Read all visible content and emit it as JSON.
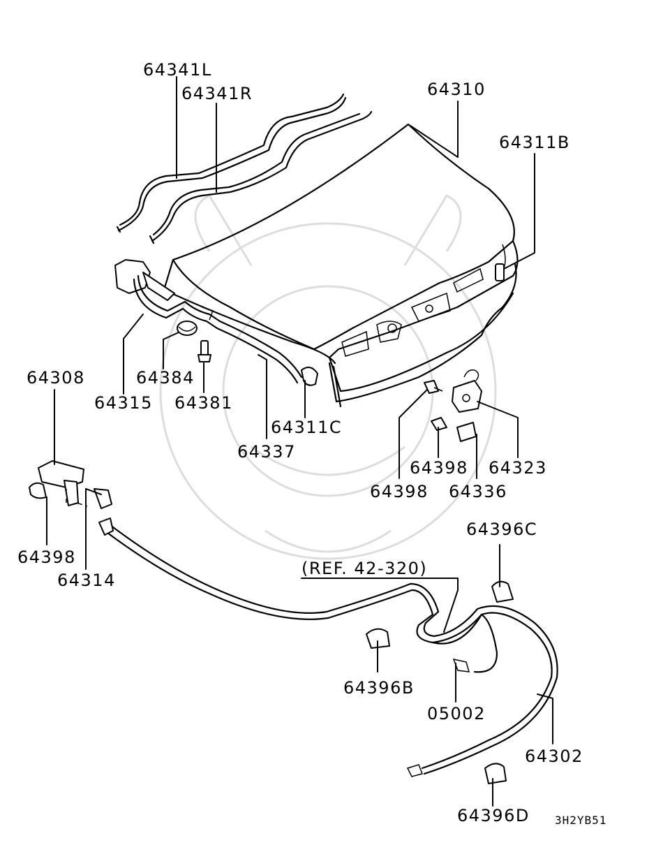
{
  "labels": {
    "p64341L": "64341L",
    "p64341R": "64341R",
    "p64310": "64310",
    "p64311B": "64311B",
    "p64308": "64308",
    "p64384": "64384",
    "p64315": "64315",
    "p64381": "64381",
    "p64311C": "64311C",
    "p64337": "64337",
    "p64398a": "64398",
    "p64323": "64323",
    "p64398b": "64398",
    "p64336": "64336",
    "p64398c": "64398",
    "p64314": "64314",
    "p64396C": "64396C",
    "ref": "(REF. 42-320)",
    "p64396B": "64396B",
    "p05002": "05002",
    "p64302": "64302",
    "p64396D": "64396D"
  },
  "diagram_code": "3H2YB51"
}
